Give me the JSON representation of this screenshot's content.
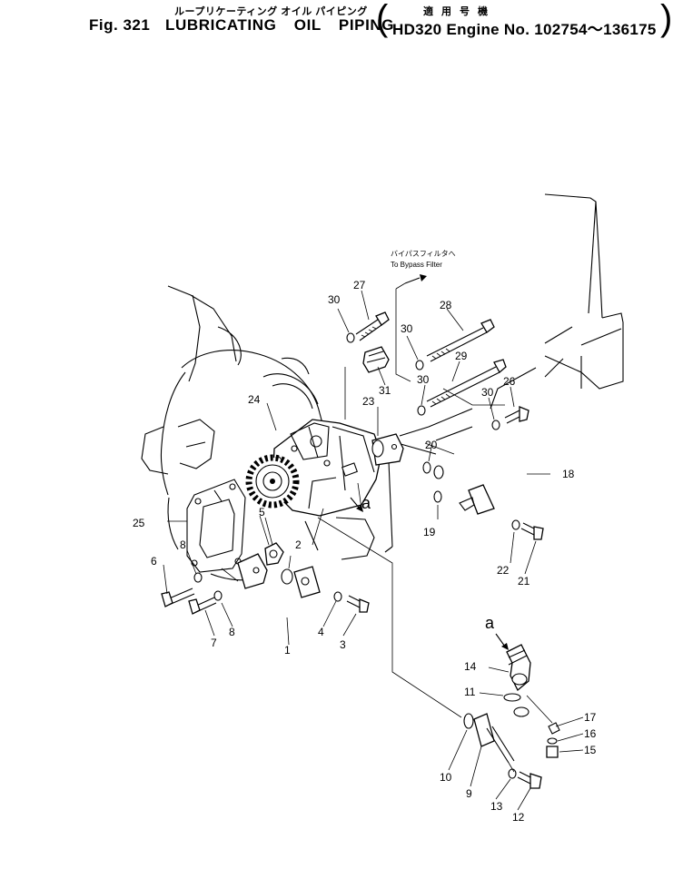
{
  "header": {
    "jp_title": "ループリケーティング オイル パイピング",
    "fig_label": "Fig. 321",
    "title": "LUBRICATING OIL PIPING",
    "jp_applicable": "適用号機",
    "model_line": "HD320 Engine No. 102754～136175"
  },
  "annotations": {
    "bypass_jp": "バイパスフィルタへ",
    "bypass_en": "To Bypass Filter",
    "connector_a_1": "a",
    "connector_a_2": "a"
  },
  "callouts": {
    "c1": "1",
    "c2": "2",
    "c3": "3",
    "c4": "4",
    "c5": "5",
    "c6": "6",
    "c7": "7",
    "c8a": "8",
    "c8b": "8",
    "c9": "9",
    "c10": "10",
    "c11": "11",
    "c12": "12",
    "c13": "13",
    "c14": "14",
    "c15": "15",
    "c16": "16",
    "c17": "17",
    "c18": "18",
    "c19": "19",
    "c20": "20",
    "c21": "21",
    "c22": "22",
    "c23": "23",
    "c24": "24",
    "c25": "25",
    "c26": "26",
    "c27": "27",
    "c28": "28",
    "c29": "29",
    "c30a": "30",
    "c30b": "30",
    "c30c": "30",
    "c30d": "30",
    "c31": "31"
  }
}
